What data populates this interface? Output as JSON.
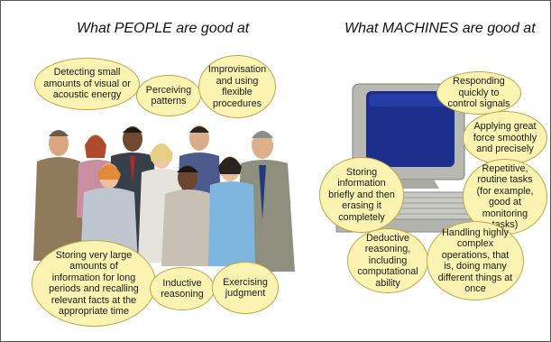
{
  "titles": {
    "people": "What PEOPLE are good at",
    "machines": "What MACHINES are good at"
  },
  "people_bubbles": [
    "Detecting small amounts of visual or acoustic energy",
    "Perceiving patterns",
    "Improvisation and using flexible procedures",
    "Storing very large amounts of information for long periods and recalling relevant facts at the appropriate time",
    "Inductive reasoning",
    "Exercising judgment"
  ],
  "machine_bubbles": [
    "Responding quickly to control signals",
    "Applying great force smoothly and precisely",
    "Storing information briefly and then erasing it completely",
    "Repetitive, routine tasks (for example, good at monitoring tasks)",
    "Deductive reasoning, including computational ability",
    "Handling highly complex operations, that is, doing many different things at once"
  ],
  "colors": {
    "bubble_fill": "#fbf3b2",
    "bubble_border": "#b9a94a",
    "monitor_bezel": "#b9b9b4",
    "screen": "#1c2f8c"
  }
}
